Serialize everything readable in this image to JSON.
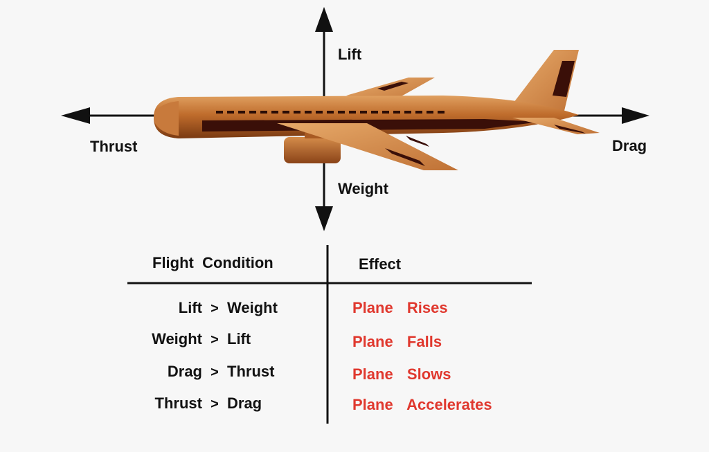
{
  "forces": {
    "lift": "Lift",
    "weight": "Weight",
    "thrust": "Thrust",
    "drag": "Drag"
  },
  "table": {
    "condition_header": "Flight  Condition",
    "effect_header": "Effect",
    "rows": [
      {
        "lhs": "Lift",
        "op": ">",
        "rhs": "Weight",
        "effect": "Plane  Rises"
      },
      {
        "lhs": "Weight",
        "op": ">",
        "rhs": "Lift",
        "effect": "Plane  Falls"
      },
      {
        "lhs": "Drag",
        "op": ">",
        "rhs": "Thrust",
        "effect": "Plane  Slows"
      },
      {
        "lhs": "Thrust",
        "op": ">",
        "rhs": "Drag",
        "effect": "Plane  Accelerates"
      }
    ]
  },
  "colors": {
    "effect_text": "#e0382e",
    "airplane_body": "#b8652a",
    "airplane_dark": "#3a0f08",
    "arrow": "#111111"
  }
}
